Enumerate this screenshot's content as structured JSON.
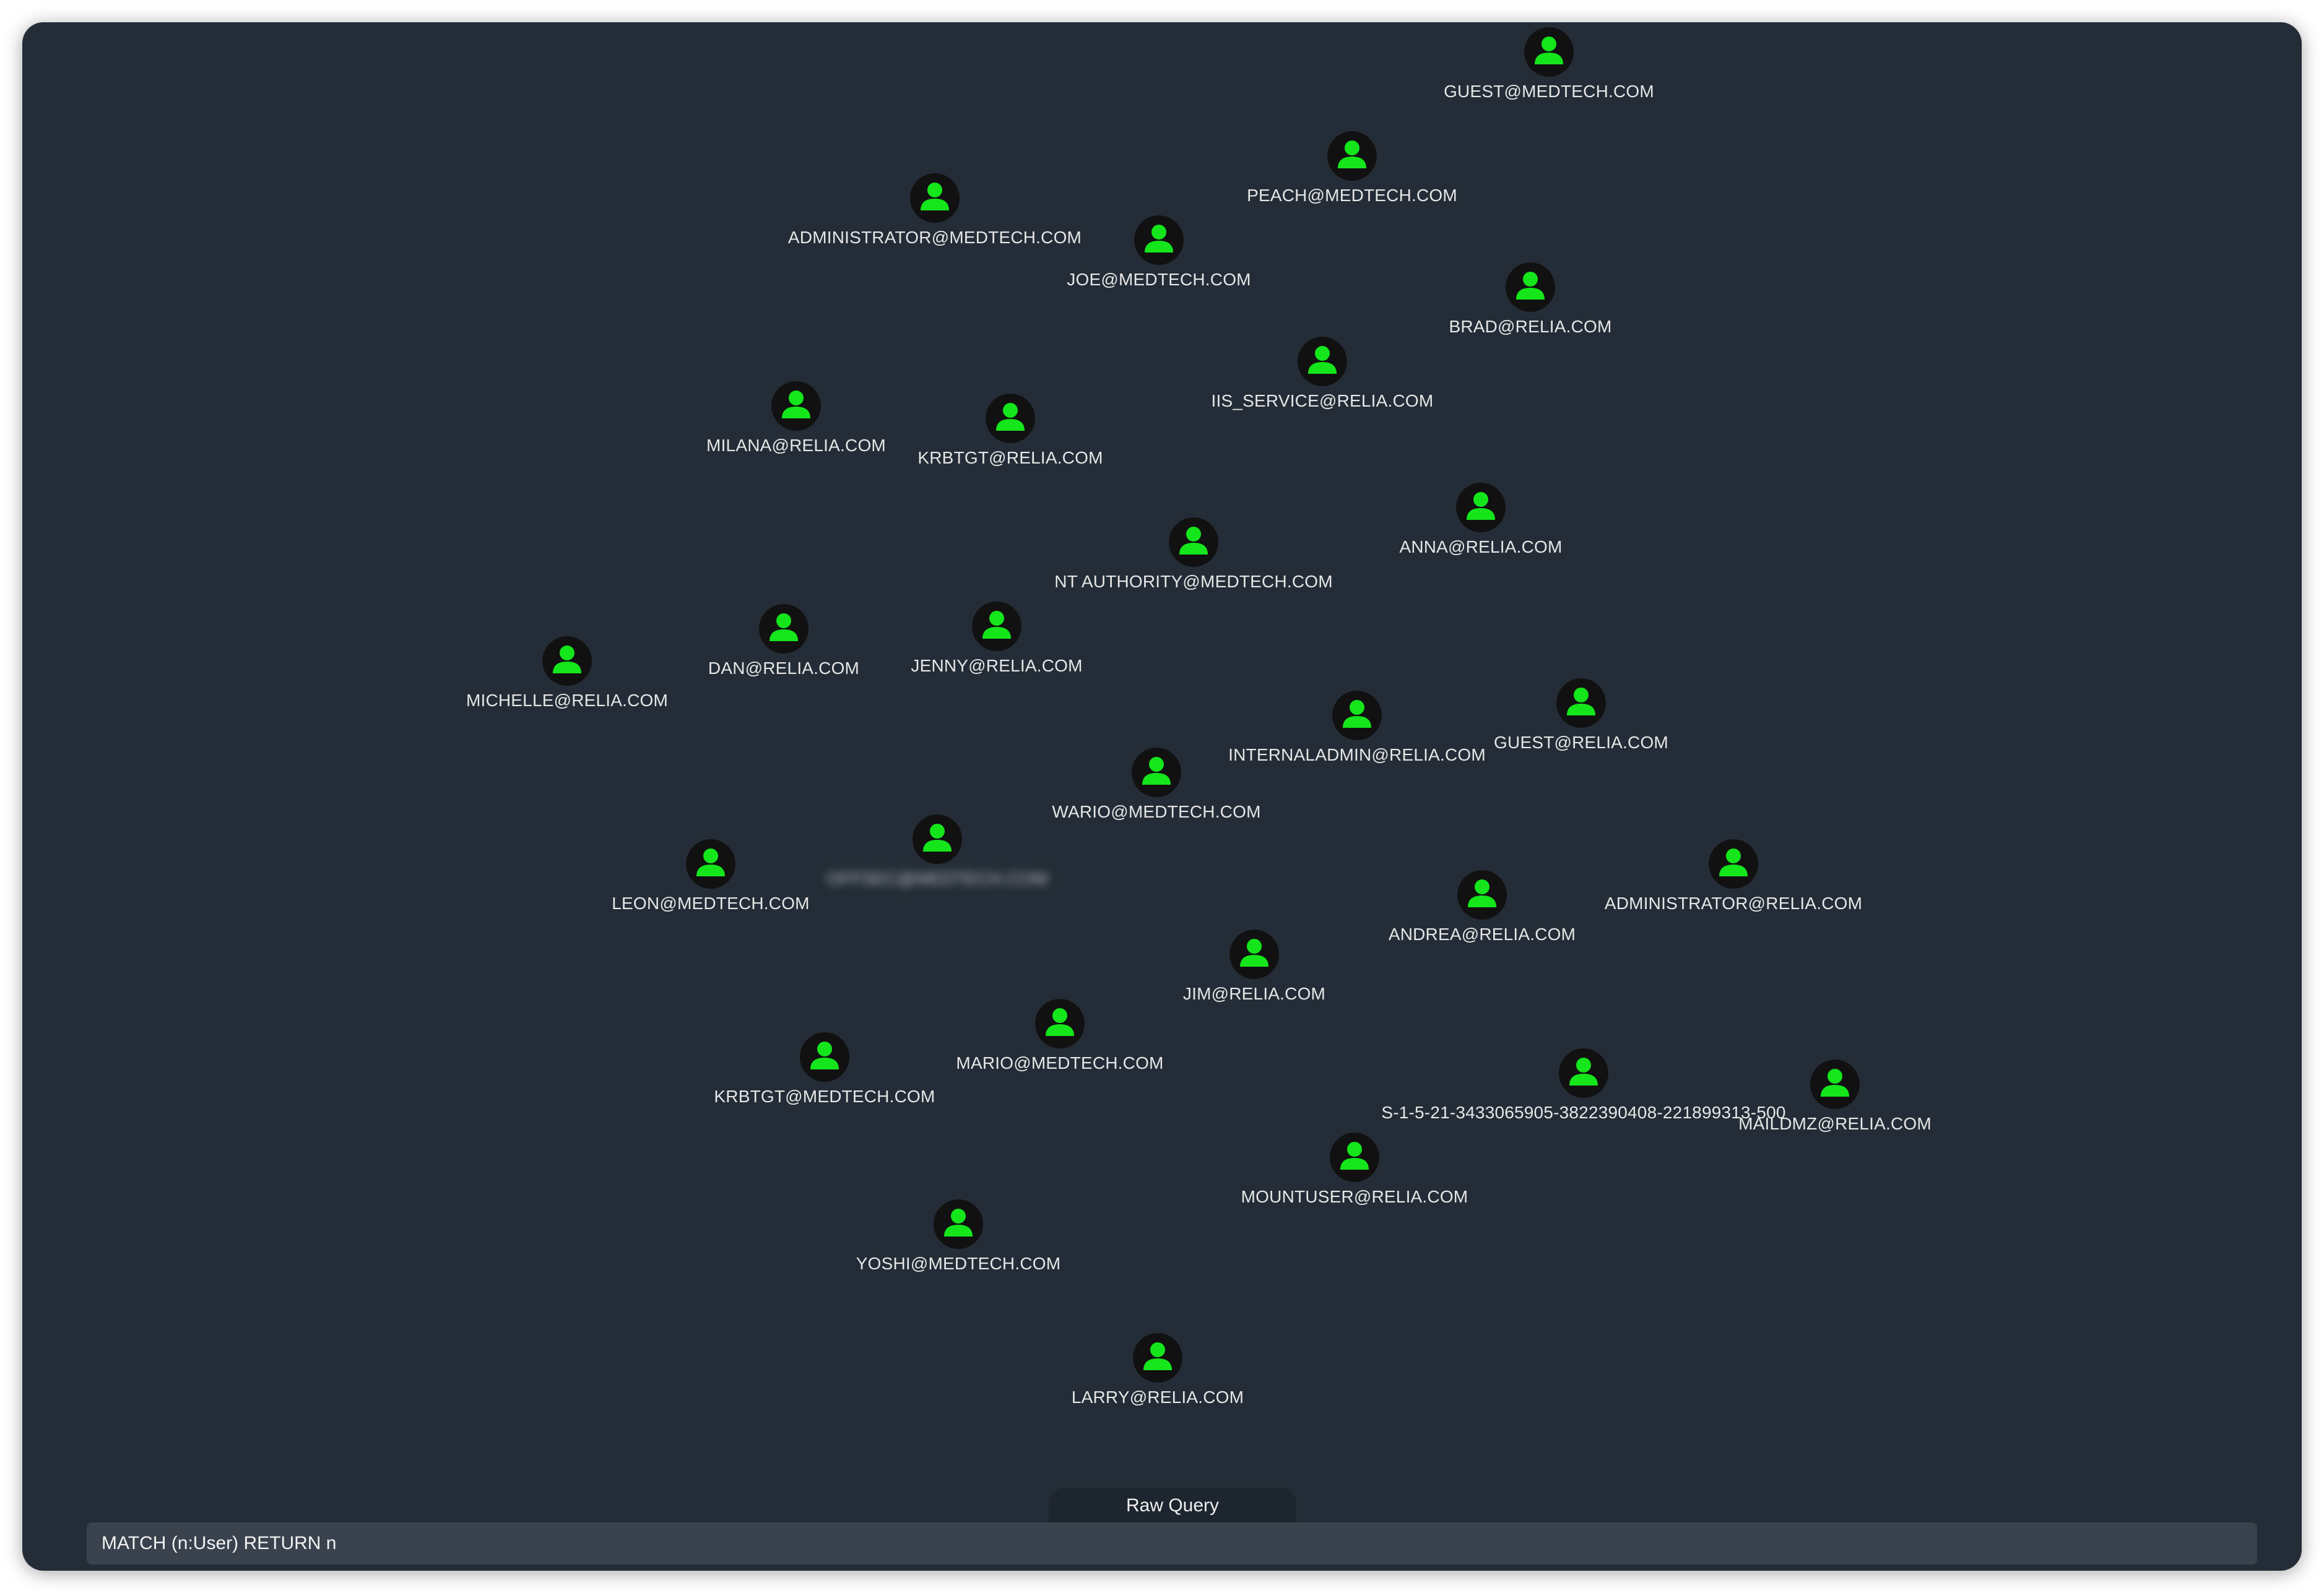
{
  "graph": {
    "node_icon": "user-icon",
    "colors": {
      "background": "#242d37",
      "node_circle": "#111111",
      "node_icon": "#14e61b",
      "label": "#e6e6e6"
    },
    "nodes": [
      {
        "label": "GUEST@MEDTECH.COM"
      },
      {
        "label": "PEACH@MEDTECH.COM"
      },
      {
        "label": "ADMINISTRATOR@MEDTECH.COM"
      },
      {
        "label": "JOE@MEDTECH.COM"
      },
      {
        "label": "BRAD@RELIA.COM"
      },
      {
        "label": "IIS_SERVICE@RELIA.COM"
      },
      {
        "label": "MILANA@RELIA.COM"
      },
      {
        "label": "KRBTGT@RELIA.COM"
      },
      {
        "label": "ANNA@RELIA.COM"
      },
      {
        "label": "NT AUTHORITY@MEDTECH.COM"
      },
      {
        "label": "DAN@RELIA.COM"
      },
      {
        "label": "JENNY@RELIA.COM"
      },
      {
        "label": "MICHELLE@RELIA.COM"
      },
      {
        "label": "GUEST@RELIA.COM"
      },
      {
        "label": "INTERNALADMIN@RELIA.COM"
      },
      {
        "label": "WARIO@MEDTECH.COM"
      },
      {
        "label": "OFFSEC@MEDTECH.COM",
        "blurred": true
      },
      {
        "label": "LEON@MEDTECH.COM"
      },
      {
        "label": "ADMINISTRATOR@RELIA.COM"
      },
      {
        "label": "ANDREA@RELIA.COM"
      },
      {
        "label": "JIM@RELIA.COM"
      },
      {
        "label": "MARIO@MEDTECH.COM"
      },
      {
        "label": "KRBTGT@MEDTECH.COM"
      },
      {
        "label": "S-1-5-21-3433065905-3822390408-221899313-500"
      },
      {
        "label": "MAILDMZ@RELIA.COM"
      },
      {
        "label": "MOUNTUSER@RELIA.COM"
      },
      {
        "label": "YOSHI@MEDTECH.COM"
      },
      {
        "label": "LARRY@RELIA.COM"
      }
    ]
  },
  "query_panel": {
    "tab_label": "Raw Query",
    "query": "MATCH (n:User) RETURN n"
  }
}
